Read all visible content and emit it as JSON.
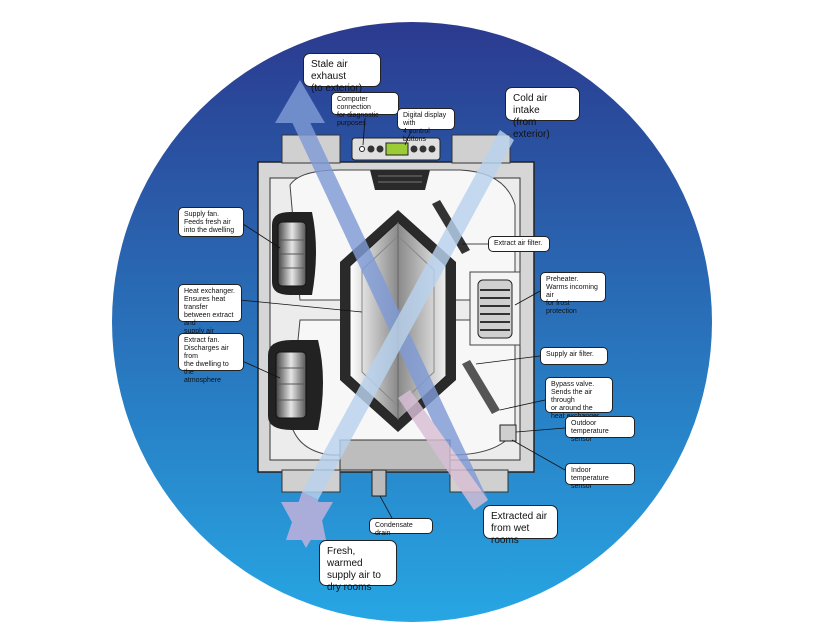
{
  "colors": {
    "circle_top": "#2b3a8f",
    "circle_bottom": "#27a6e3",
    "stale_air": "#7f9bd6",
    "cold_air": "#b9d3ee",
    "fresh_air": "#c7b2dc",
    "extracted_air": "#d9bfd6"
  },
  "labels": {
    "stale_exhaust": "Stale air exhaust\n(to exterior)",
    "cold_intake": "Cold air intake\n(from exterior)",
    "computer_connection": "Computer connection\nfor diagnostic purposes",
    "digital_display": "Digital display with\n4 control buttons",
    "supply_fan": "Supply fan.\nFeeds fresh air\ninto the dwelling",
    "extract_filter": "Extract air filter.",
    "heat_exchanger": "Heat exchanger.\nEnsures heat transfer\nbetween extract and\nsupply air",
    "preheater": "Preheater.\nWarms incoming air\nfor frost protection",
    "extract_fan": "Extract fan.\nDischarges air from\nthe dwelling to the\natmosphere",
    "supply_filter": "Supply air filter.",
    "bypass_valve": "Bypass valve.\nSends the air through\nor around the\nheat exchanger",
    "outdoor_sensor": "Outdoor\ntemperature sensor",
    "indoor_sensor": "Indoor\ntemperature sensor",
    "condensate_drain": "Condensate drain",
    "extracted_air": "Extracted air\nfrom wet rooms",
    "fresh_supply": "Fresh, warmed\nsupply air to\ndry rooms"
  }
}
